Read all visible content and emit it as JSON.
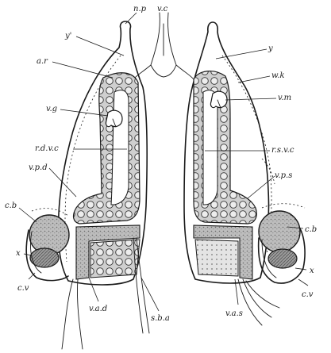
{
  "labels": {
    "np": "n.p",
    "vc": "v.c",
    "y_prime": "y'",
    "y": "y",
    "ar": "a.r",
    "wk": "w.k",
    "vg": "v.g",
    "vm": "v.m",
    "rdvc": "r.d.v.c",
    "rsvc": "r.s.v.c",
    "vpd": "v.p.d",
    "vps": "v.p.s",
    "cb_left": "c.b",
    "cb_right": "c.b",
    "x_left": "x",
    "x_right": "x",
    "cv_left": "c.v",
    "cv_right": "c.v",
    "vad": "v.a.d",
    "sba": "s.b.a",
    "vas": "v.a.s"
  }
}
